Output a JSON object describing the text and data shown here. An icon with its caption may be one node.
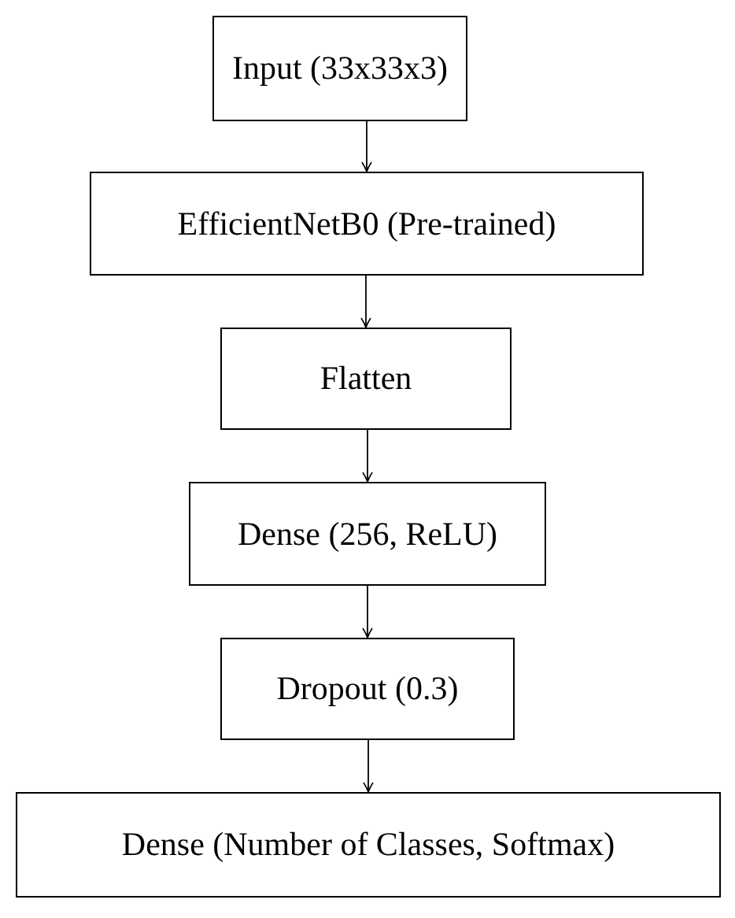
{
  "diagram": {
    "nodes": [
      {
        "text": [
          "Input (33x33x3)"
        ]
      },
      {
        "text": [
          "EfficientNetB0 (Pre-trained)"
        ]
      },
      {
        "text": [
          "Flatten"
        ]
      },
      {
        "text": [
          "Dense (256, ReLU)"
        ]
      },
      {
        "text": [
          "Dropout (0.3)"
        ]
      },
      {
        "text": [
          "Dense (Number of Classes, Softmax)"
        ]
      }
    ],
    "edges": [
      {
        "from": 0,
        "to": 1,
        "arrow": "to"
      },
      {
        "from": 1,
        "to": 2,
        "arrow": "to"
      },
      {
        "from": 2,
        "to": 3,
        "arrow": "to"
      },
      {
        "from": 3,
        "to": 4,
        "arrow": "to"
      },
      {
        "from": 4,
        "to": 5,
        "arrow": "to"
      }
    ]
  }
}
